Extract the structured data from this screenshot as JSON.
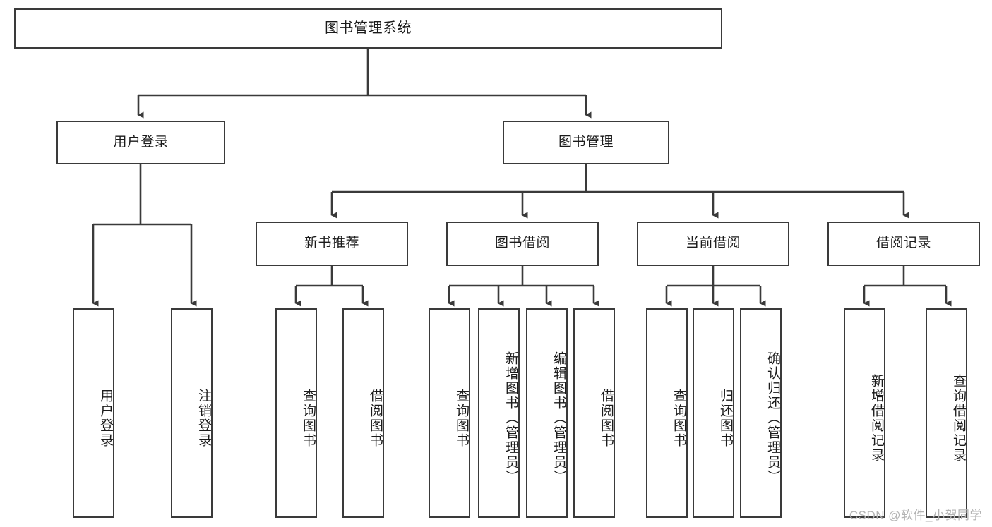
{
  "diagram": {
    "title": "图书管理系统",
    "watermark": "CSDN @软件_小贺同学",
    "colors": {
      "box_border": "#3a3a3a",
      "box_fill": "#ffffff",
      "connector": "#3a3a3a",
      "text": "#1b1b1b",
      "watermark": "#b3b3b3"
    },
    "root": {
      "label": "图书管理系统"
    },
    "level2": [
      {
        "label": "用户登录"
      },
      {
        "label": "图书管理"
      }
    ],
    "level3": [
      {
        "label": "新书推荐"
      },
      {
        "label": "图书借阅"
      },
      {
        "label": "当前借阅"
      },
      {
        "label": "借阅记录"
      }
    ],
    "leaves": {
      "user_login": [
        {
          "label": "用户登录"
        },
        {
          "label": "注销登录"
        }
      ],
      "new_book_recommend": [
        {
          "label": "查询图书"
        },
        {
          "label": "借阅图书"
        }
      ],
      "book_borrow": [
        {
          "label": "查询图书"
        },
        {
          "label": "新增图书（管理员）"
        },
        {
          "label": "编辑图书（管理员）"
        },
        {
          "label": "借阅图书"
        }
      ],
      "current_borrow": [
        {
          "label": "查询图书"
        },
        {
          "label": "归还图书"
        },
        {
          "label": "确认归还（管理员）"
        }
      ],
      "borrow_records": [
        {
          "label": "新增借阅记录"
        },
        {
          "label": "查询借阅记录"
        }
      ]
    }
  }
}
